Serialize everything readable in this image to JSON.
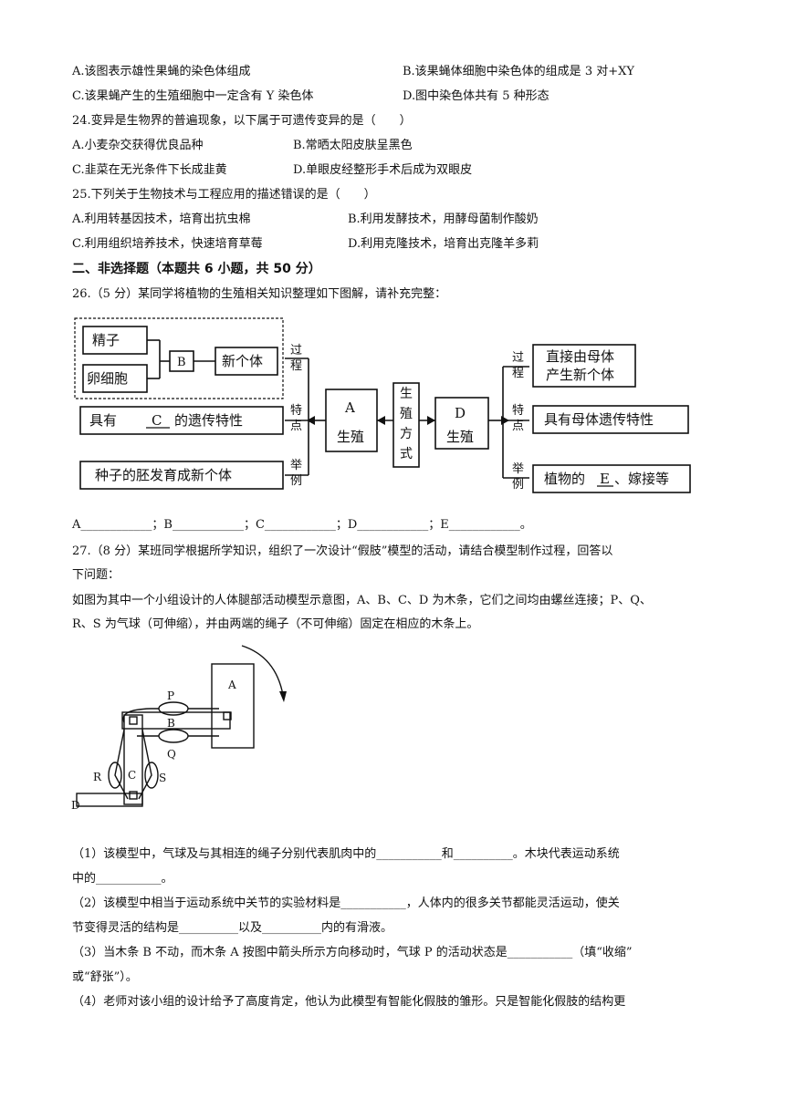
{
  "q23": {
    "a": "A.该图表示雄性果蝇的染色体组成",
    "b": "B.该果蝇体细胞中染色体的组成是 3 对+XY",
    "c": "C.该果蝇产生的生殖细胞中一定含有 Y 染色体",
    "d": "D.图中染色体共有 5 种形态"
  },
  "q24": {
    "stem": "24.变异是生物界的普遍现象，以下属于可遗传变异的是（　　）",
    "a": "A.小麦杂交获得优良品种",
    "b": "B.常晒太阳皮肤呈黑色",
    "c": "C.韭菜在无光条件下长成韭黄",
    "d": "D.单眼皮经整形手术后成为双眼皮"
  },
  "q25": {
    "stem": "25.下列关于生物技术与工程应用的描述错误的是（　　）",
    "a": "A.利用转基因技术，培育出抗虫棉",
    "b": "B.利用发酵技术，用酵母菌制作酸奶",
    "c": "C.利用组织培养技术，快速培育草莓",
    "d": "D.利用克隆技术，培育出克隆羊多莉"
  },
  "section2": "二、非选择题（本题共 6 小题，共 50 分）",
  "q26": {
    "stem": "26.（5 分）某同学将植物的生殖相关知识整理如下图解，请补充完整：",
    "diagram": {
      "sperm": "精子",
      "egg": "卵细胞",
      "b": "B",
      "new_individual": "新个体",
      "process_l": "过程",
      "feature_l": "特点",
      "example_l": "举例",
      "have": "具有",
      "c": "C",
      "genetic": "的遗传特性",
      "seed": "种子的胚发育成新个体",
      "a": "A",
      "reproduction": "生殖",
      "mode": "生殖方式",
      "d": "D",
      "process_r": "过程",
      "feature_r": "特点",
      "example_r": "举例",
      "direct1": "直接由母体",
      "direct2": "产生新个体",
      "parent_trait": "具有母体遗传特性",
      "plant": "植物的",
      "e": "E",
      "graft": "、嫁接等"
    },
    "blanks": "A____________；B____________；C____________；D____________；E____________。"
  },
  "q27": {
    "stem1": "27.（8 分）某班同学根据所学知识，组织了一次设计“假肢”模型的活动，请结合模型制作过程，回答以",
    "stem2": "下问题：",
    "desc1": "如图为其中一个小组设计的人体腿部活动模型示意图，A、B、C、D 为木条，它们之间均由螺丝连接；P、Q、",
    "desc2": "R、S 为气球（可伸缩），并由两端的绳子（不可伸缩）固定在相应的木条上。",
    "labels": {
      "a": "A",
      "p": "P",
      "b": "B",
      "q": "Q",
      "r": "R",
      "c": "C",
      "s": "S",
      "d": "D"
    },
    "s1a": "（1）该模型中，气球及与其相连的绳子分别代表肌肉中的___________和__________。木块代表运动系统",
    "s1b": "中的___________。",
    "s2a": "（2）该模型中相当于运动系统中关节的实验材料是___________，人体内的很多关节都能灵活运动，使关",
    "s2b": "节变得灵活的结构是__________以及__________内的有滑液。",
    "s3a": "（3）当木条 B 不动，而木条 A 按图中箭头所示方向移动时，气球 P 的活动状态是___________（填“收缩”",
    "s3b": "或“舒张”）。",
    "s4": "（4）老师对该小组的设计给予了高度肯定，他认为此模型有智能化假肢的雏形。只是智能化假肢的结构更"
  }
}
